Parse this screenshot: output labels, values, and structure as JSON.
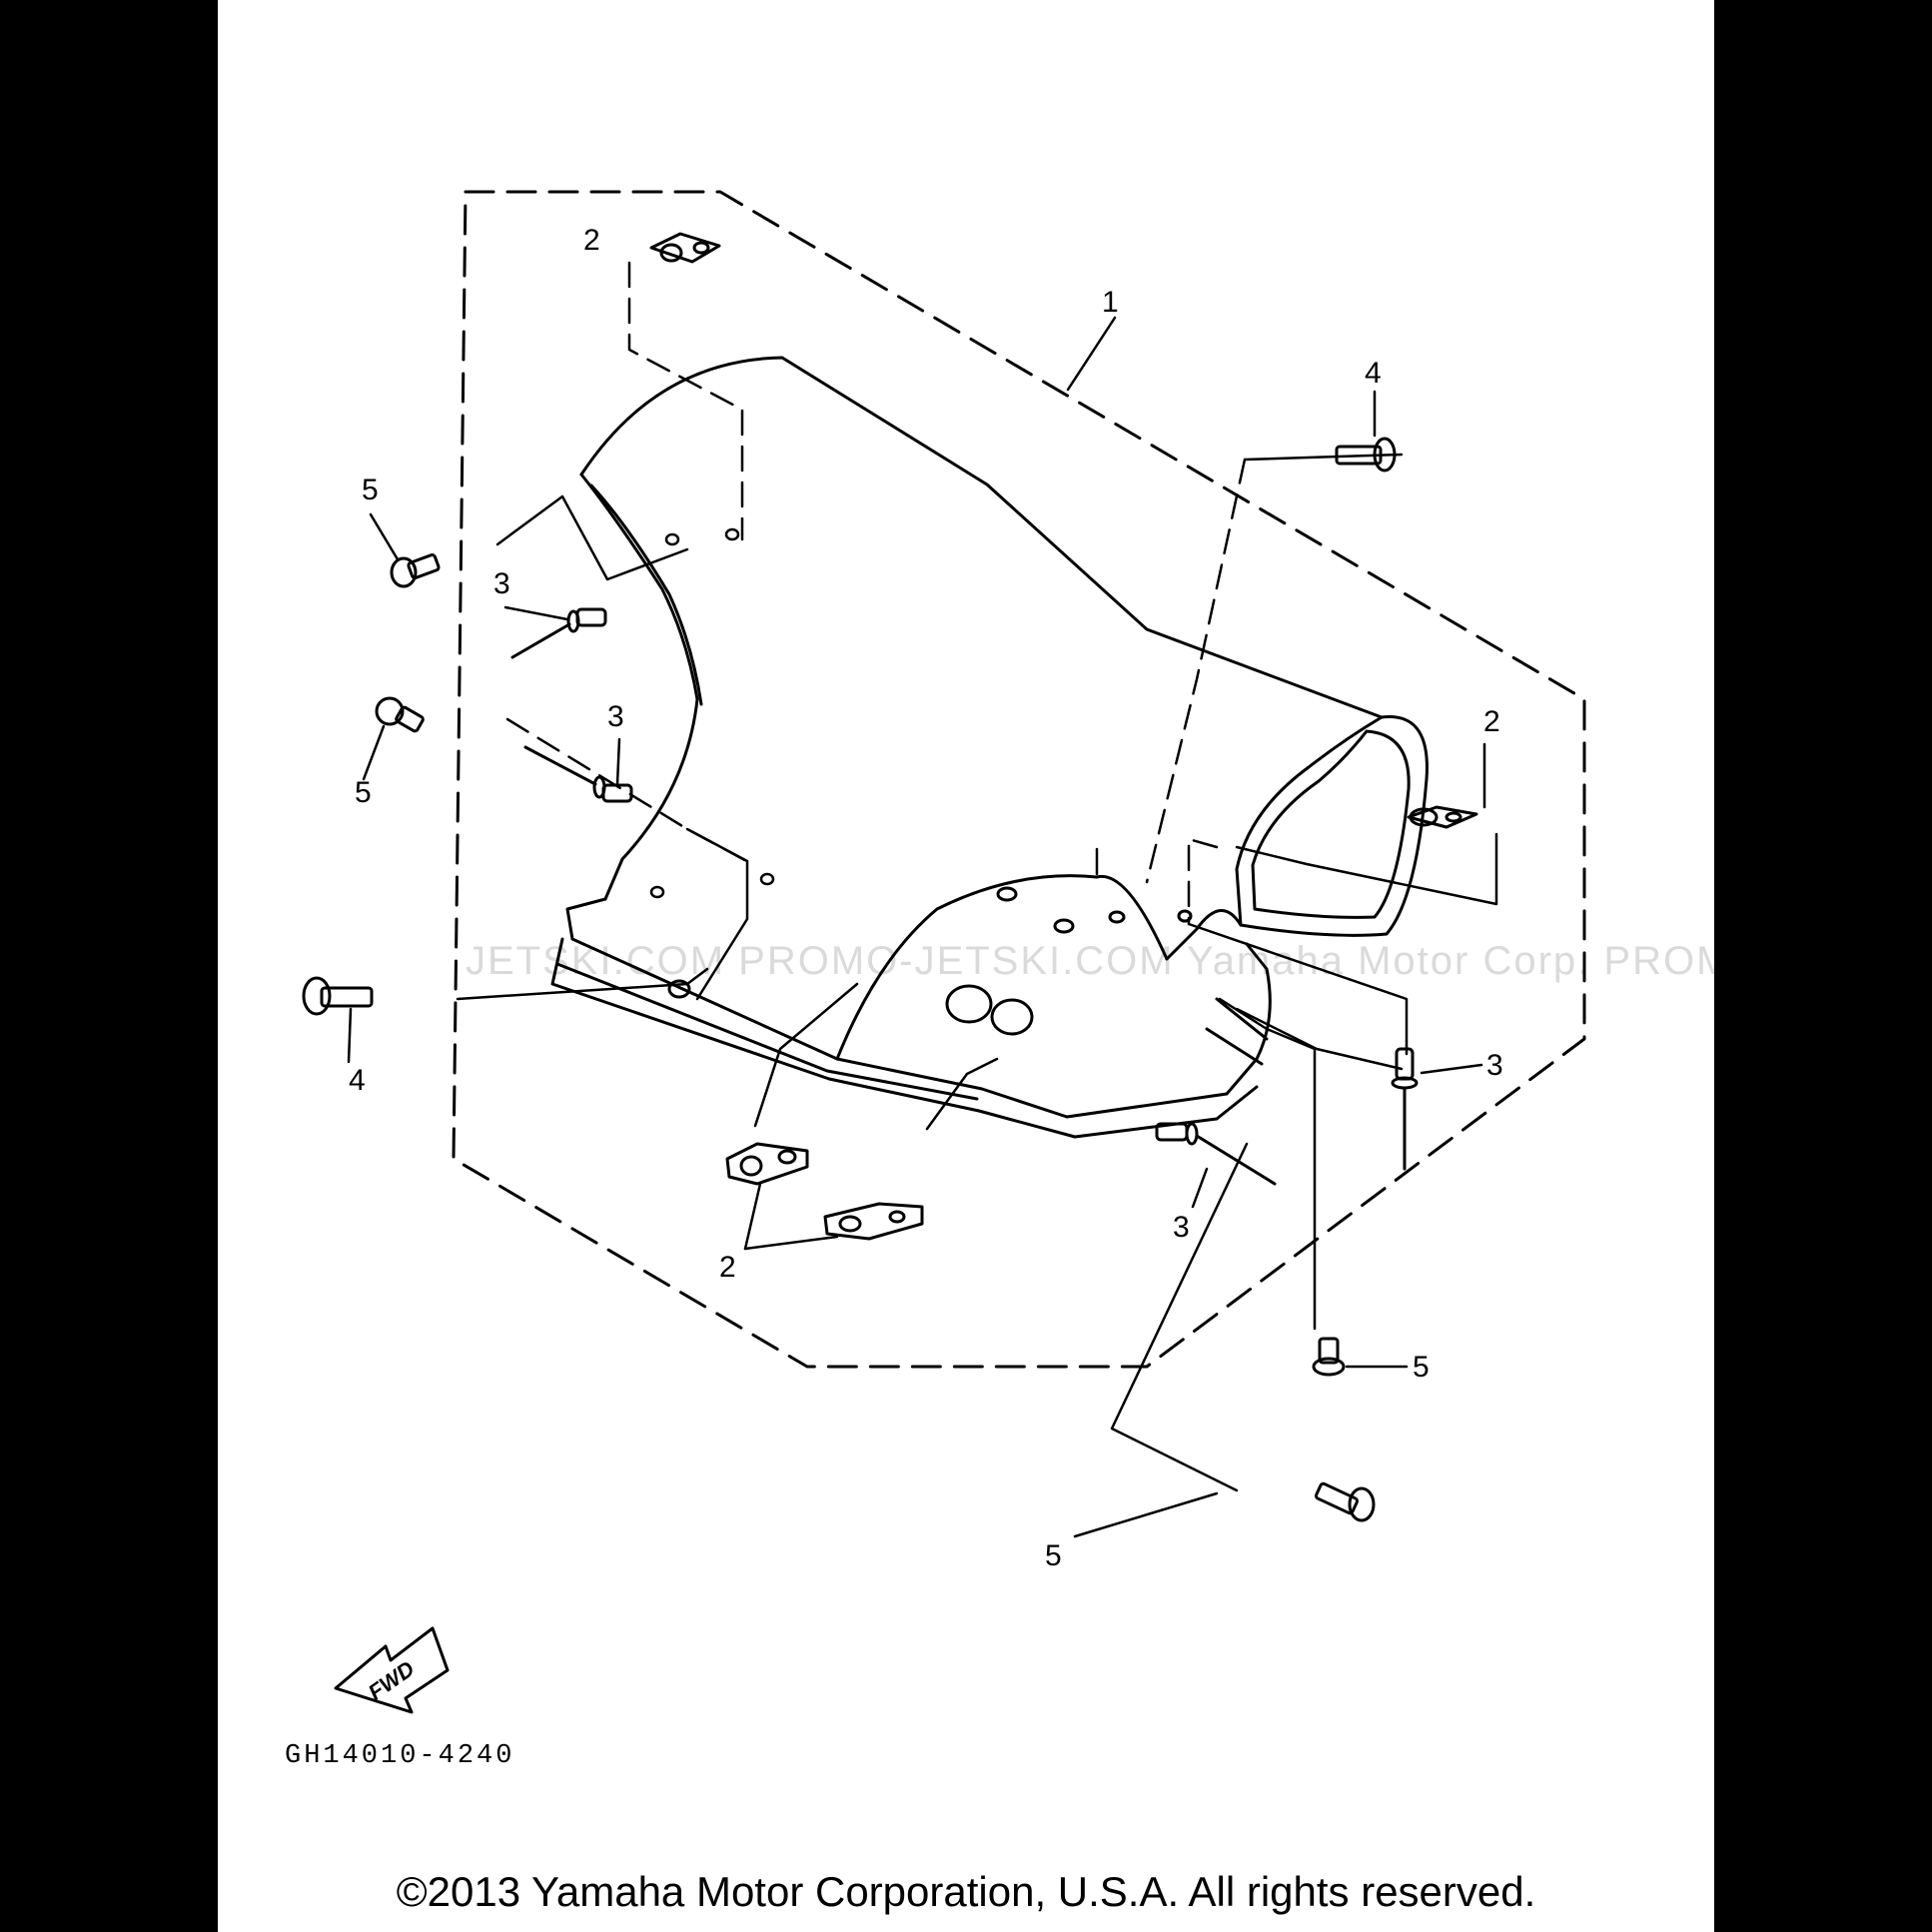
{
  "diagram": {
    "watermark": "JETSKI.COM   PROMO-JETSKI.COM   Yamaha Motor Corp.   PROMO-JETSKI.COM",
    "drawing_code": "GH14010-4240",
    "fwd_label": "FWD",
    "copyright": "©2013 Yamaha Motor Corporation, U.S.A. All rights reserved.",
    "callouts": {
      "c1": "1",
      "c2a": "2",
      "c2b": "2",
      "c2c": "2",
      "c3a": "3",
      "c3b": "3",
      "c3c": "3",
      "c3d": "3",
      "c4a": "4",
      "c4b": "4",
      "c5a": "5",
      "c5b": "5",
      "c5c": "5",
      "c5d": "5"
    }
  }
}
